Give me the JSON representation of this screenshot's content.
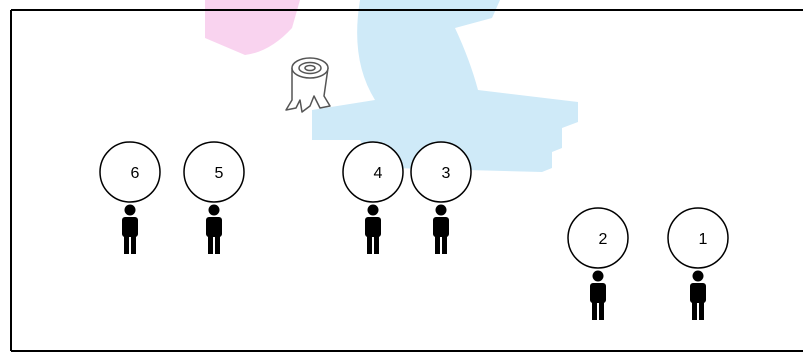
{
  "colors": {
    "border": "#000000",
    "person": "#000000",
    "watermark_blue": "#cfeaf8",
    "watermark_pink": "#f9d3ef",
    "stump_stroke": "#555555"
  },
  "icons": {
    "stump": "tree-stump-icon",
    "person": "person-icon"
  },
  "figures": [
    {
      "label": "6"
    },
    {
      "label": "5"
    },
    {
      "label": "4"
    },
    {
      "label": "3"
    },
    {
      "label": "2"
    },
    {
      "label": "1"
    }
  ]
}
